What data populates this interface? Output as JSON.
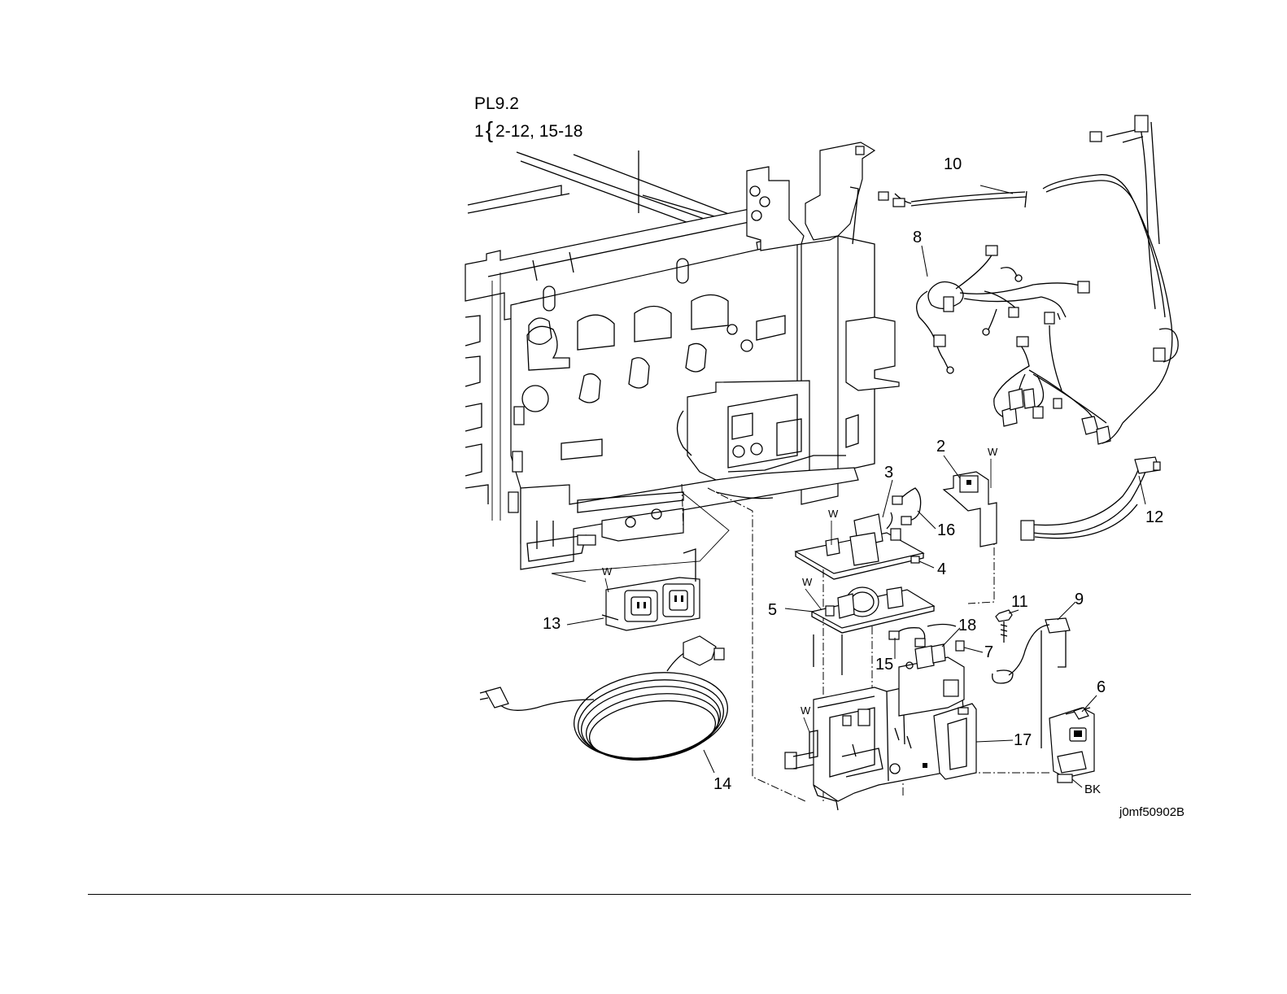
{
  "header": {
    "title": "PL9.2",
    "group_number": "1",
    "group_brace": "{",
    "group_range": "2-12, 15-18"
  },
  "callouts": [
    {
      "id": "c2",
      "text": "2"
    },
    {
      "id": "c3",
      "text": "3"
    },
    {
      "id": "c4",
      "text": "4"
    },
    {
      "id": "c5",
      "text": "5"
    },
    {
      "id": "c6",
      "text": "6"
    },
    {
      "id": "c7",
      "text": "7"
    },
    {
      "id": "c8",
      "text": "8"
    },
    {
      "id": "c9",
      "text": "9"
    },
    {
      "id": "c10",
      "text": "10"
    },
    {
      "id": "c11",
      "text": "11"
    },
    {
      "id": "c12",
      "text": "12"
    },
    {
      "id": "c13",
      "text": "13"
    },
    {
      "id": "c14",
      "text": "14"
    },
    {
      "id": "c15",
      "text": "15"
    },
    {
      "id": "c16",
      "text": "16"
    },
    {
      "id": "c17",
      "text": "17"
    },
    {
      "id": "c18",
      "text": "18"
    }
  ],
  "markers": {
    "w": "W",
    "bk": "BK"
  },
  "figure_id": "j0mf50902B"
}
